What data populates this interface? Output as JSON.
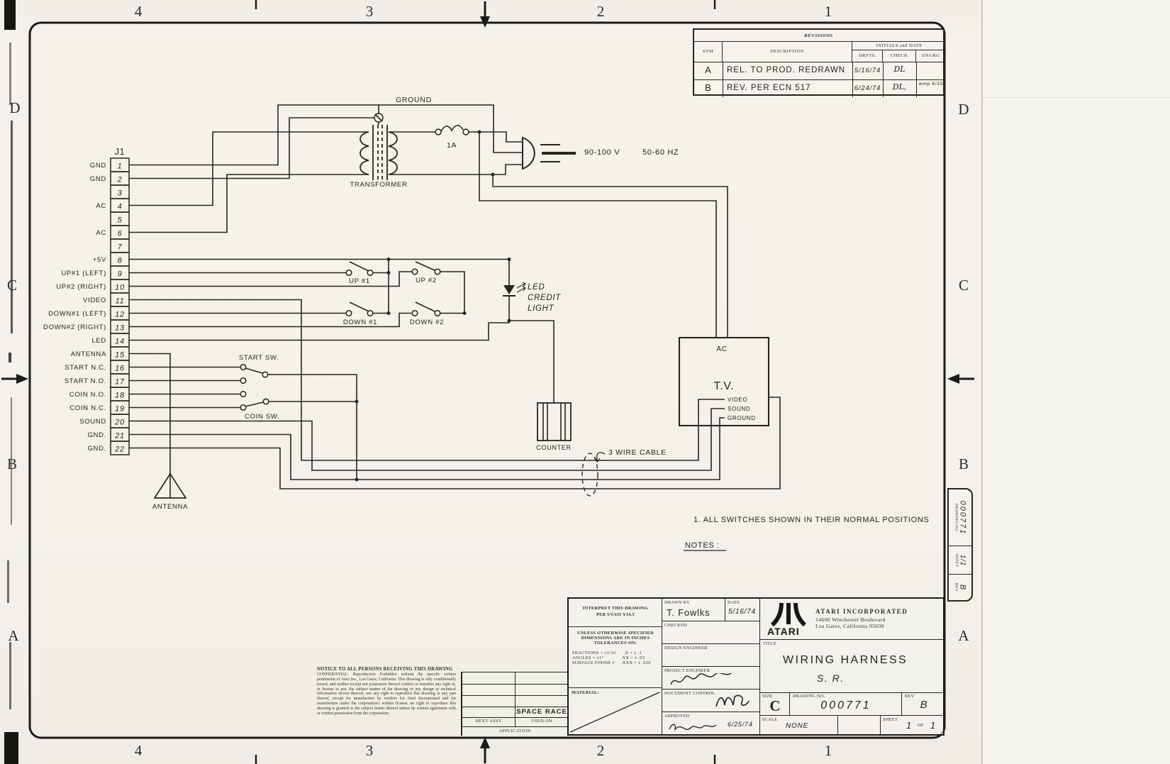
{
  "zones": {
    "top": [
      "4",
      "3",
      "2",
      "1"
    ],
    "bottom": [
      "4",
      "3",
      "2",
      "1"
    ],
    "left": [
      "D",
      "C",
      "B",
      "A"
    ],
    "right": [
      "D",
      "C",
      "B",
      "A"
    ]
  },
  "revisions": {
    "title": "REVISIONS",
    "col_sym": "SYM",
    "col_description": "DESCRIPTION",
    "col_initials": "INITIALS and DATE",
    "col_drftg": "DRFTG",
    "col_check": "CHECK",
    "col_engrg": "ENGRG",
    "rows": [
      {
        "sym": "A",
        "description": "REL. TO PROD. REDRAWN",
        "drftg": "5/16/74",
        "check": "DL",
        "engrg": ""
      },
      {
        "sym": "B",
        "description": "REV. PER ECN 517",
        "drftg": "6/24/74",
        "check": "DL,",
        "engrg": "wmp 6/25"
      }
    ]
  },
  "connector": {
    "label": "J1",
    "pins": [
      {
        "num": "1",
        "label": "GND"
      },
      {
        "num": "2",
        "label": "GND"
      },
      {
        "num": "3",
        "label": ""
      },
      {
        "num": "4",
        "label": "AC"
      },
      {
        "num": "5",
        "label": ""
      },
      {
        "num": "6",
        "label": "AC"
      },
      {
        "num": "7",
        "label": ""
      },
      {
        "num": "8",
        "label": "+5V"
      },
      {
        "num": "9",
        "label": "UP#1 (LEFT)"
      },
      {
        "num": "10",
        "label": "UP#2 (RIGHT)"
      },
      {
        "num": "11",
        "label": "VIDEO"
      },
      {
        "num": "12",
        "label": "DOWN#1 (LEFT)"
      },
      {
        "num": "13",
        "label": "DOWN#2 (RIGHT)"
      },
      {
        "num": "14",
        "label": "LED"
      },
      {
        "num": "15",
        "label": "ANTENNA"
      },
      {
        "num": "16",
        "label": "START N.C."
      },
      {
        "num": "17",
        "label": "START N.O."
      },
      {
        "num": "18",
        "label": "COIN N.O."
      },
      {
        "num": "19",
        "label": "COIN N.C."
      },
      {
        "num": "20",
        "label": "SOUND"
      },
      {
        "num": "21",
        "label": "GND."
      },
      {
        "num": "22",
        "label": "GND."
      }
    ]
  },
  "schematic": {
    "ground": "GROUND",
    "transformer": "TRANSFORMER",
    "fuse": "1A",
    "volts": "90-100 V",
    "freq": "50-60 HZ",
    "up1": "UP #1",
    "up2": "UP #2",
    "down1": "DOWN #1",
    "down2": "DOWN #2",
    "led1": "LED",
    "led2": "CREDIT",
    "led3": "LIGHT",
    "start_sw": "START SW.",
    "coin_sw": "COIN SW.",
    "counter": "COUNTER",
    "tv_ac": "AC",
    "tv": "T.V.",
    "tv_video": "VIDEO",
    "tv_sound": "SOUND",
    "tv_ground": "GROUND",
    "cable": "3 WIRE CABLE",
    "antenna": "ANTENNA"
  },
  "notes": {
    "note1": "1.   ALL SWITCHES SHOWN IN THEIR NORMAL POSITIONS",
    "heading": "NOTES :"
  },
  "title_block": {
    "interpret_1": "INTERPRET THIS DRAWING",
    "interpret_2": "PER USASI Y14.5",
    "spec_1": "UNLESS OTHERWISE SPECIFIED",
    "spec_2": "DIMENSIONS ARE IN INCHES",
    "spec_3": "TOLERANCES ON:",
    "tol_1": "FRACTIONS = ±1/16      .X = ± .1",
    "tol_2": "ANGLES = ±1°             .XX = ± .03",
    "tol_3": "SURFACE FINISH ✓    .XXX = ± .010",
    "material": "MATERIAL:",
    "drawn_by_label": "DRAWN BY",
    "drawn_by": "T. Fowlks",
    "date_label": "DATE",
    "date": "5/16/74",
    "checked": "CHECKED",
    "design_engineer": "DESIGN ENGINEER",
    "project_engineer": "PROJECT ENGINEER",
    "document_control": "DOCUMENT CONTROL",
    "approved": "APPROVED",
    "approved_date": "6/25/74",
    "company": "ATARI  INCORPORATED",
    "addr1": "14600 Winchester Boulevard",
    "addr2": "Los Gatos,  California 95030",
    "logo": "ATARI",
    "title_label": "TITLE",
    "title_1": "WIRING HARNESS",
    "title_2": "S. R.",
    "size_label": "SIZE",
    "size": "C",
    "dno_label": "DRAWING NO.",
    "dno": "000771",
    "rev_label": "REV",
    "rev": "B",
    "scale_label": "SCALE",
    "scale": "NONE",
    "sheet_label": "SHEET",
    "sheet": "1",
    "of_label": "OF",
    "sheet_total": "1"
  },
  "application": {
    "next_assy": "NEXT ASSY",
    "used_on": "USED ON",
    "label": "APPLICATION",
    "used_on_value": "SPACE RACE"
  },
  "notice": {
    "heading": "NOTICE TO ALL PERSONS RECEIVING THIS DRAWING",
    "body": "CONFIDENTIAL:  Reproduction Forbidden without the specific written permission of Atari Inc., Los Gatos, California. This drawing is only conditionally issued, and neither receipt nor possession thereof confers or transfers any right in, or license to use, the subject matter of the drawing or any design or technical information shown thereon, nor any right to reproduce this drawing or any part thereof, except for manufacture by vendors for Atari Incorporated and for manufacture under the corporation's written license, no right to reproduce this drawing is granted or the subject matter thereof unless by written agreement with or written permission from the corporation."
  },
  "side_strip": {
    "dno_label": "DRAWING NO.",
    "dno": "000771",
    "sheet_label": "SHEET",
    "sheet": "1/1",
    "rev_label": "REV",
    "rev": "B"
  }
}
